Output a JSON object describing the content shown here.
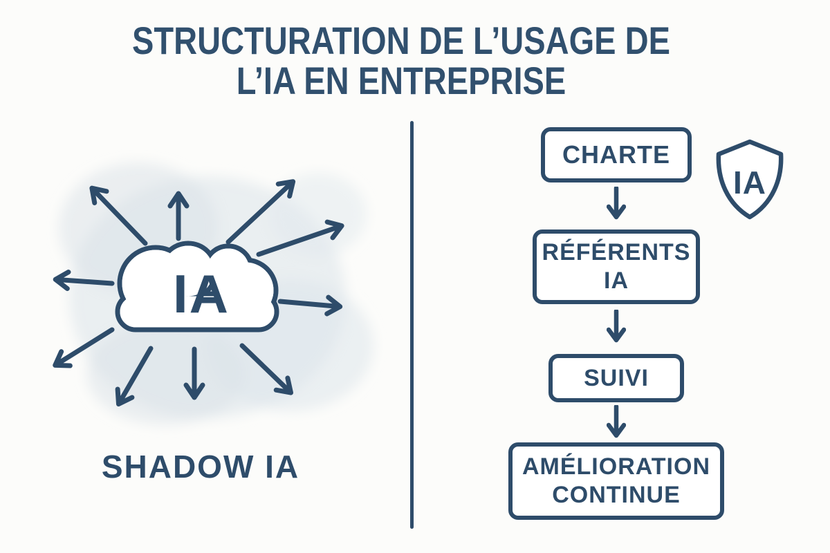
{
  "title": {
    "line1": "STRUCTURATION DE L’USAGE DE",
    "line2": "L’IA EN ENTREPRISE"
  },
  "left": {
    "cloud_label": "IA",
    "caption": "SHADOW IA"
  },
  "right": {
    "shield_label": "IA",
    "steps": [
      {
        "label": "CHARTE"
      },
      {
        "label": "RÉFÉRENTS IA"
      },
      {
        "label": "SUIVI"
      },
      {
        "label": "AMÉLIORATION CONTINUE"
      }
    ]
  },
  "colors": {
    "ink": "#2e4c6a",
    "blob": "#dae3e9",
    "background": "#fcfcfa"
  }
}
